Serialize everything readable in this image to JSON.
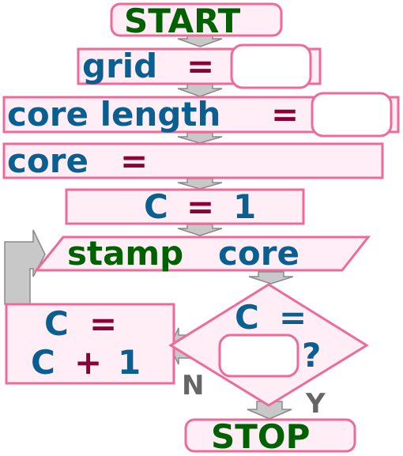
{
  "colors": {
    "box_fill": "#ffeef5",
    "box_stroke": "#f06a99",
    "arrow_fill": "#c8c8c8",
    "arrow_stroke": "#8a8a8a",
    "keyword": "#006100",
    "variable": "#0a5f91",
    "operator": "#8b0037",
    "branch_label": "#666666"
  },
  "start": {
    "label": "START"
  },
  "grid_box": {
    "variable": "grid",
    "operator": "=",
    "blank": ""
  },
  "core_length_box": {
    "variable": "core length",
    "operator": "=",
    "blank": ""
  },
  "core_box": {
    "variable": "core",
    "operator": "="
  },
  "init_box": {
    "variable": "C",
    "operator": "=",
    "value": "1"
  },
  "stamp_box": {
    "command": "stamp",
    "argument": "core"
  },
  "increment_box": {
    "line1_var": "C",
    "line1_op": "=",
    "line2_var": "C",
    "line2_op": "+",
    "line2_val": "1"
  },
  "decision": {
    "variable": "C",
    "operator": "=",
    "blank": "",
    "question": "?",
    "no_label": "N",
    "yes_label": "Y"
  },
  "stop": {
    "label": "STOP"
  }
}
